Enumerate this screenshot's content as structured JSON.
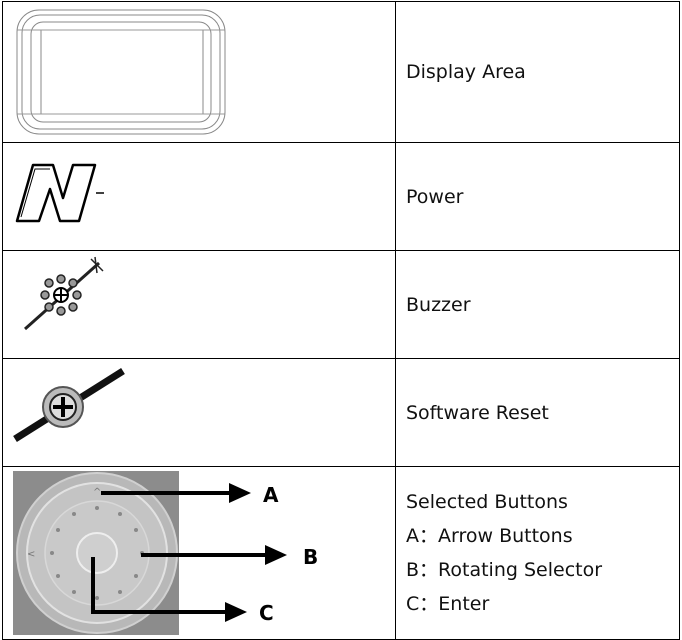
{
  "rows": [
    {
      "icon": "display-area-icon",
      "label": "Display Area"
    },
    {
      "icon": "power-icon",
      "label": "Power"
    },
    {
      "icon": "buzzer-icon",
      "label": "Buzzer"
    },
    {
      "icon": "software-reset-icon",
      "label": "Software Reset"
    },
    {
      "icon": "selector-dial-icon",
      "label": "Selected Buttons",
      "callouts": {
        "a": "A",
        "b": "B",
        "c": "C"
      },
      "lines": [
        "A：Arrow Buttons",
        "B：Rotating Selector",
        "C：Enter"
      ]
    }
  ]
}
